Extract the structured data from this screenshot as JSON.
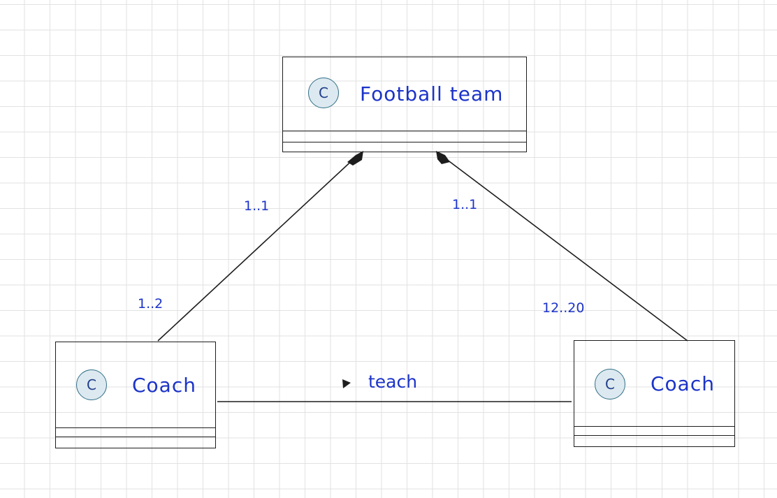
{
  "classes": {
    "top": {
      "badge": "C",
      "name": "Football team"
    },
    "left": {
      "badge": "C",
      "name": "Coach"
    },
    "right": {
      "badge": "C",
      "name": "Coach"
    }
  },
  "multiplicities": {
    "left_top_end": "1..1",
    "left_bottom_end": "1..2",
    "right_top_end": "1..1",
    "right_bottom_end": "12..20"
  },
  "association": {
    "label": "teach",
    "direction_marker": "triangle-right-icon"
  },
  "colors": {
    "ink": "#1d1d1d",
    "handwriting": "#1b33c9",
    "badge_fill": "#dde9f0",
    "badge_border": "#2f6f86",
    "grid": "#e2e2e2"
  }
}
